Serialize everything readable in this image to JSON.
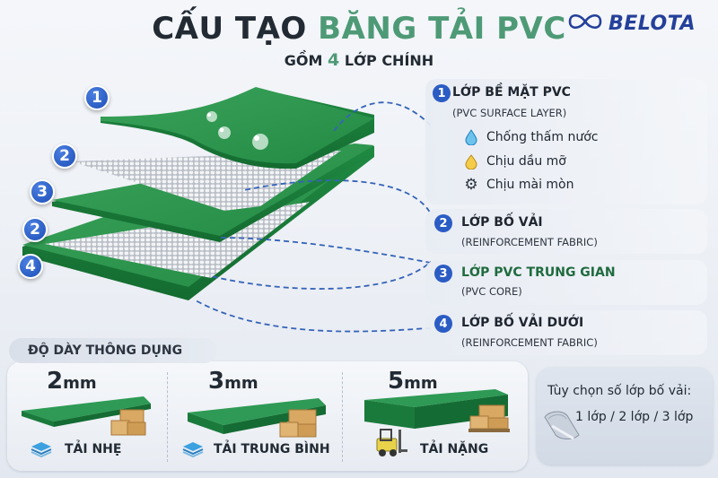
{
  "header": {
    "title_part1": "CẤU TẠO",
    "title_part2": "BĂNG TẢI PVC",
    "subtitle_prefix": "GỒM",
    "subtitle_number": "4",
    "subtitle_suffix": "LỚP CHÍNH"
  },
  "brand": {
    "logo_icon": "infinity-icon",
    "name": "BELOTA",
    "color": "#24409a"
  },
  "colors": {
    "title_dark": "#222a33",
    "title_green": "#4e9a76",
    "layer_green": "#2e9a4e",
    "badge_blue": "#2a5cc4",
    "fabric_white": "#e8eaee"
  },
  "illustration": {
    "badges": [
      "1",
      "2",
      "3",
      "2",
      "4"
    ]
  },
  "layers": [
    {
      "number": "1",
      "title": "LỚP BỀ MẶT PVC",
      "subtitle": "(PVC SURFACE LAYER)",
      "features": [
        {
          "icon": "water-drop-icon",
          "label": "Chống thấm nước"
        },
        {
          "icon": "oil-drop-icon",
          "label": "Chịu dầu mỡ"
        },
        {
          "icon": "gear-icon",
          "label": "Chịu mài mòn"
        }
      ]
    },
    {
      "number": "2",
      "title": "LỚP BỐ VẢI",
      "subtitle": "(REINFORCEMENT FABRIC)"
    },
    {
      "number": "3",
      "title": "LỚP PVC TRUNG GIAN",
      "subtitle": "(PVC CORE)"
    },
    {
      "number": "4",
      "title": "LỚP BỐ VẢI DƯỚI",
      "subtitle": "(REINFORCEMENT FABRIC)"
    }
  ],
  "thickness": {
    "section_label": "ĐỘ DÀY THÔNG DỤNG",
    "options": [
      {
        "value": "2",
        "unit": "mm",
        "icon": "layers-icon",
        "load": "TẢI NHẸ"
      },
      {
        "value": "3",
        "unit": "mm",
        "icon": "layers-icon",
        "load": "TẢI TRUNG BÌNH"
      },
      {
        "value": "5",
        "unit": "mm",
        "icon": "forklift-icon",
        "load": "TẢI NẶNG"
      }
    ]
  },
  "fabric_options": {
    "title": "Tùy chọn số lớp bố vải:",
    "values": "1 lớp / 2 lớp / 3 lớp",
    "icon": "fabric-roll-icon"
  }
}
